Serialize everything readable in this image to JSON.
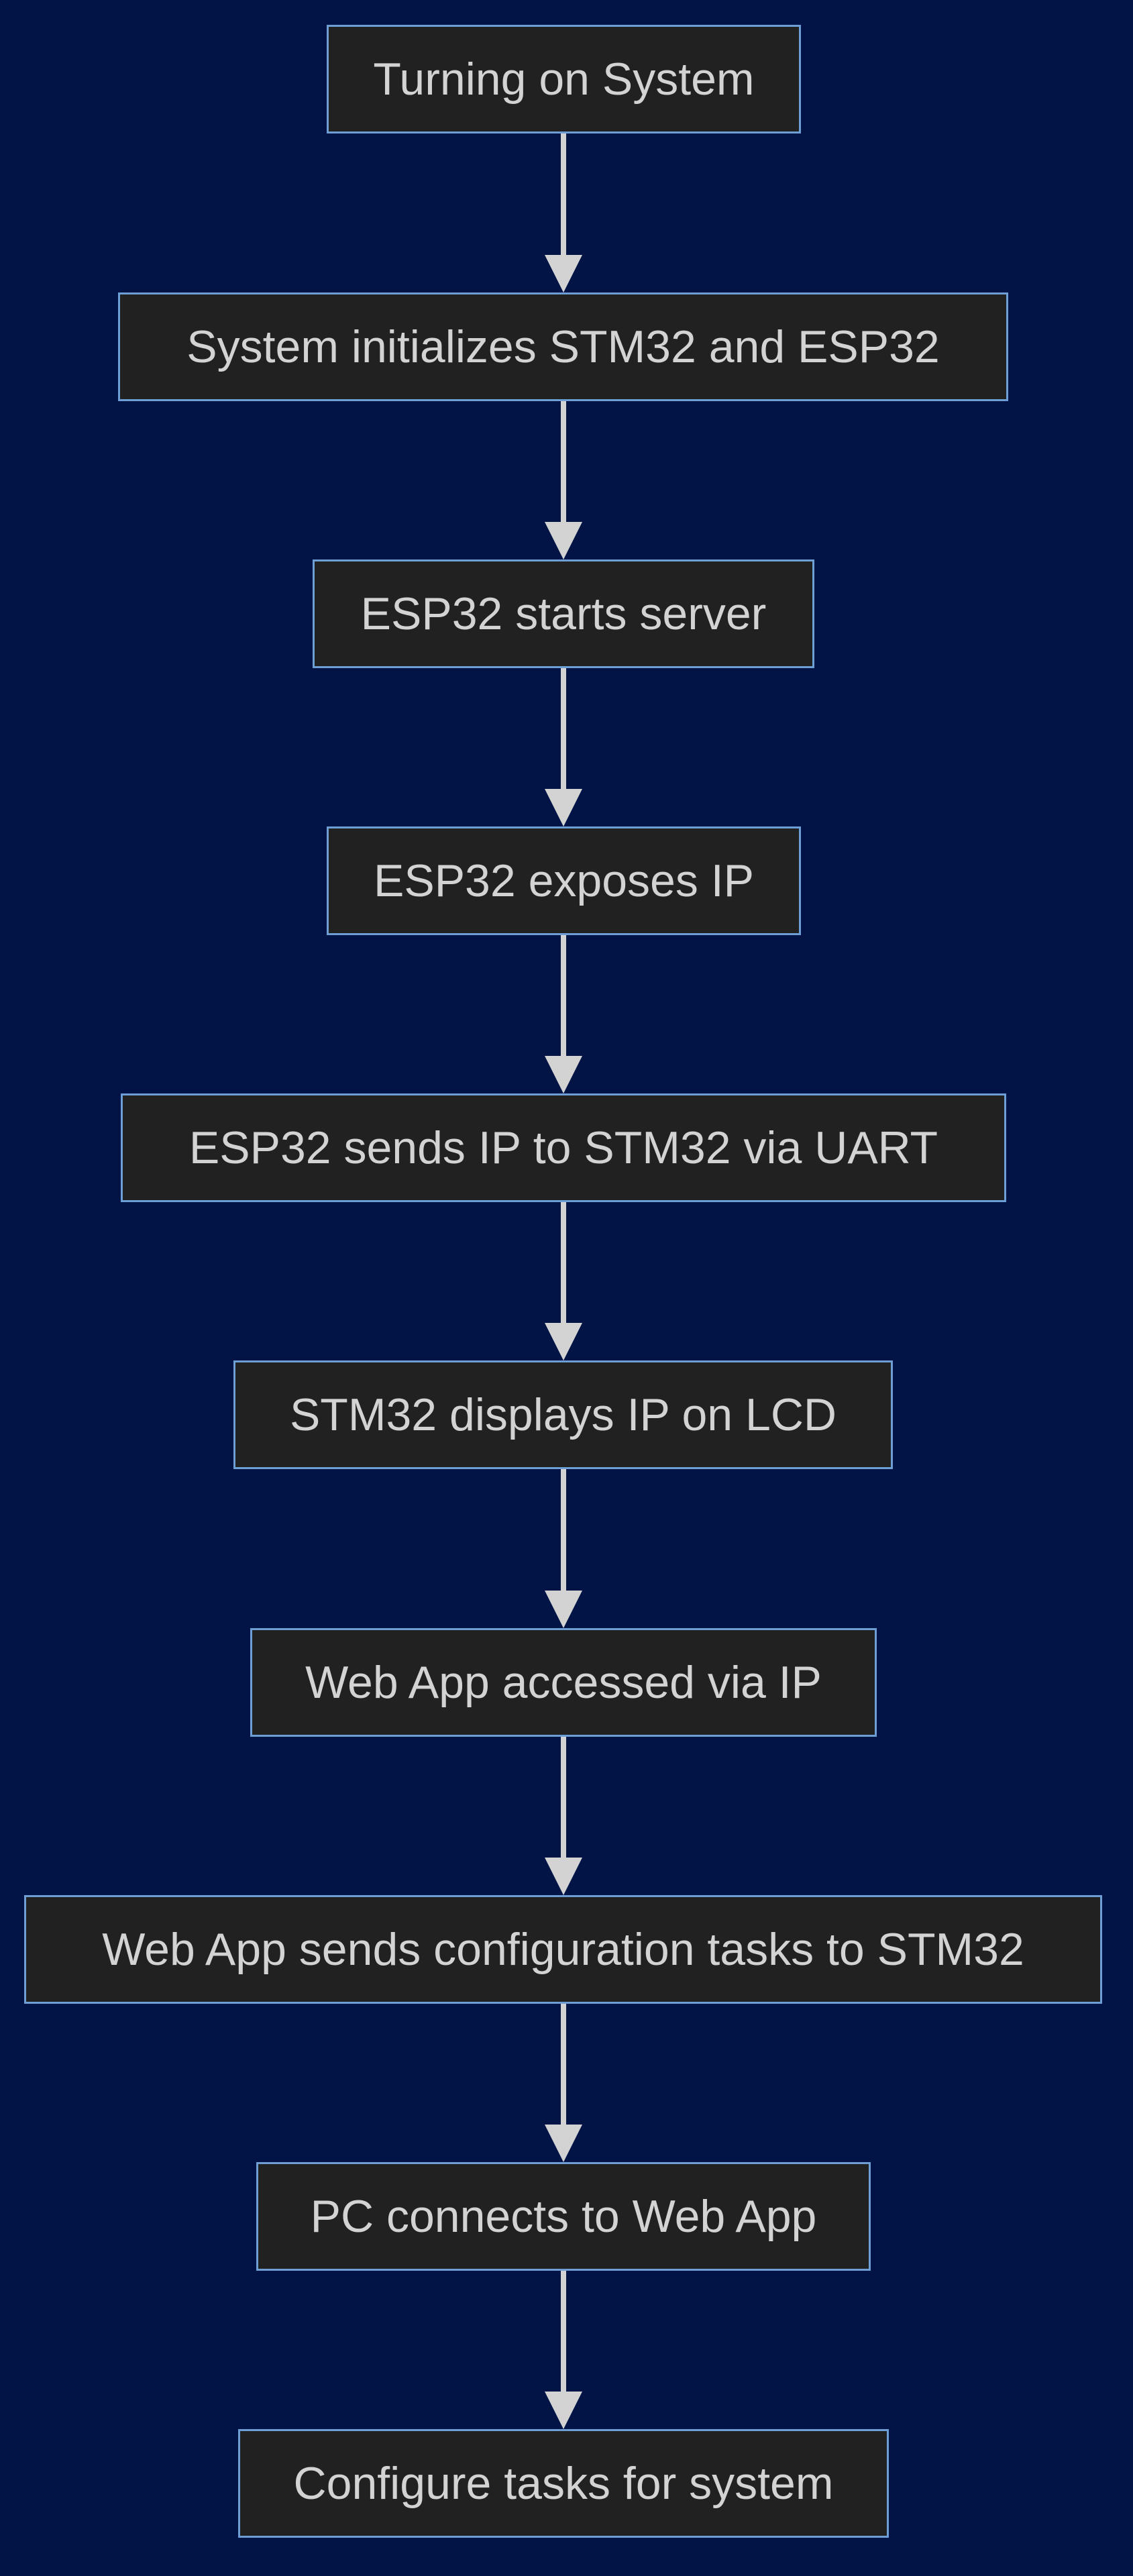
{
  "diagram": {
    "type": "flowchart",
    "direction": "top-down",
    "colors": {
      "background": "#011445",
      "node_fill": "#202120",
      "node_border": "#6d9fd6",
      "text": "#d3d3d3",
      "edge": "#d3d3d3"
    },
    "nodes": [
      {
        "id": "n1",
        "label": "Turning on System"
      },
      {
        "id": "n2",
        "label": "System initializes STM32 and ESP32"
      },
      {
        "id": "n3",
        "label": "ESP32 starts server"
      },
      {
        "id": "n4",
        "label": "ESP32 exposes IP"
      },
      {
        "id": "n5",
        "label": "ESP32 sends IP to STM32 via UART"
      },
      {
        "id": "n6",
        "label": "STM32 displays IP on LCD"
      },
      {
        "id": "n7",
        "label": "Web App accessed via IP"
      },
      {
        "id": "n8",
        "label": "Web App sends configuration tasks to STM32"
      },
      {
        "id": "n9",
        "label": "PC connects to Web App"
      },
      {
        "id": "n10",
        "label": "Configure tasks for system"
      }
    ],
    "edges": [
      {
        "from": "n1",
        "to": "n2"
      },
      {
        "from": "n2",
        "to": "n3"
      },
      {
        "from": "n3",
        "to": "n4"
      },
      {
        "from": "n4",
        "to": "n5"
      },
      {
        "from": "n5",
        "to": "n6"
      },
      {
        "from": "n6",
        "to": "n7"
      },
      {
        "from": "n7",
        "to": "n8"
      },
      {
        "from": "n8",
        "to": "n9"
      },
      {
        "from": "n9",
        "to": "n10"
      }
    ]
  }
}
